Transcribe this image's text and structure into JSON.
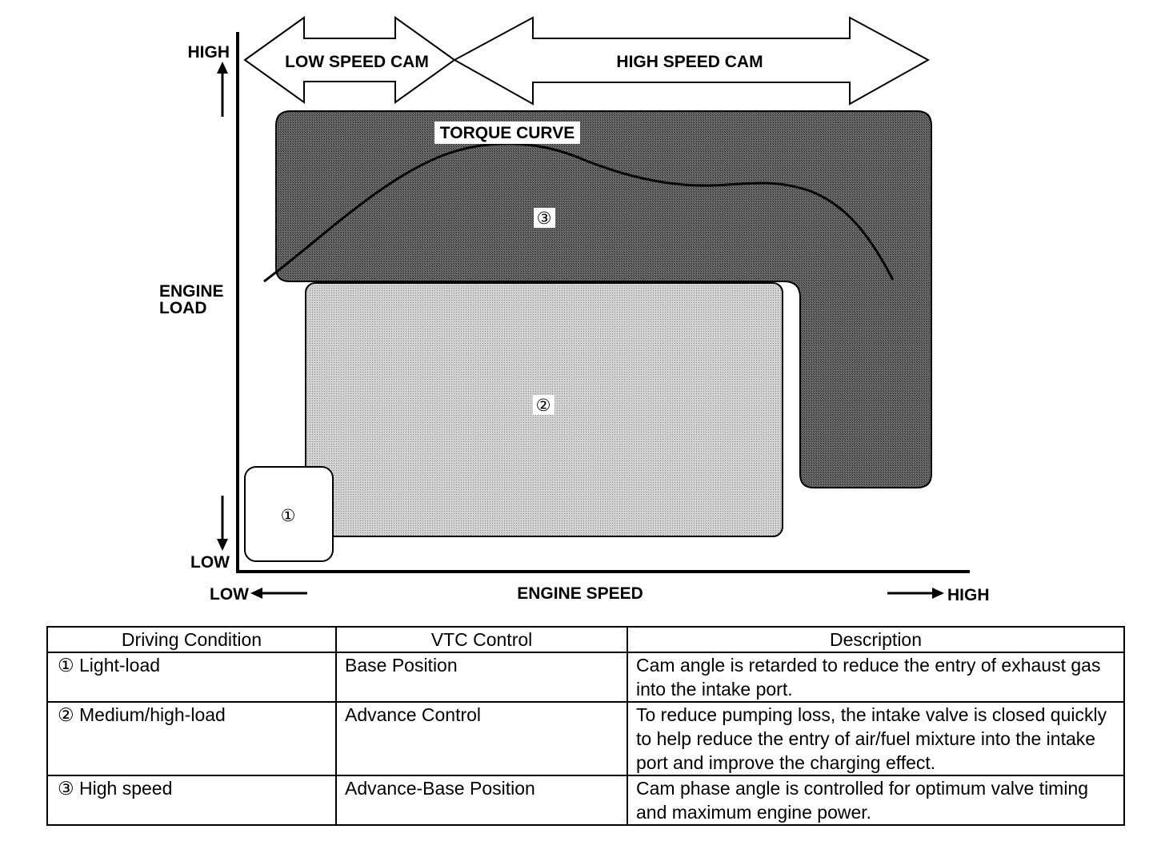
{
  "diagram": {
    "y_axis": {
      "high": "HIGH",
      "label_line1": "ENGINE",
      "label_line2": "LOAD",
      "low": "LOW"
    },
    "x_axis": {
      "low": "LOW",
      "label": "ENGINE SPEED",
      "high": "HIGH"
    },
    "arrows": {
      "low_speed_cam": "LOW SPEED CAM",
      "high_speed_cam": "HIGH SPEED CAM"
    },
    "torque_curve_label": "TORQUE CURVE",
    "zones": {
      "zone1": "①",
      "zone2": "②",
      "zone3": "③"
    },
    "colors": {
      "zone3_fill": "#555555",
      "zone2_fill": "#c4c4c4",
      "zone1_fill": "#ffffff",
      "line": "#000000"
    }
  },
  "table": {
    "headers": [
      "Driving Condition",
      "VTC Control",
      "Description"
    ],
    "rows": [
      {
        "condition": "① Light-load",
        "control": "Base Position",
        "description": "Cam angle is retarded to reduce the entry of exhaust gas into the intake port."
      },
      {
        "condition": "② Medium/high-load",
        "control": "Advance Control",
        "description": "To reduce pumping loss, the intake valve is closed quickly to help reduce the entry of air/fuel mixture into the intake port and improve the charging effect."
      },
      {
        "condition": "③ High speed",
        "control": "Advance-Base Position",
        "description": "Cam phase angle is controlled for optimum valve timing and maximum engine power."
      }
    ]
  }
}
